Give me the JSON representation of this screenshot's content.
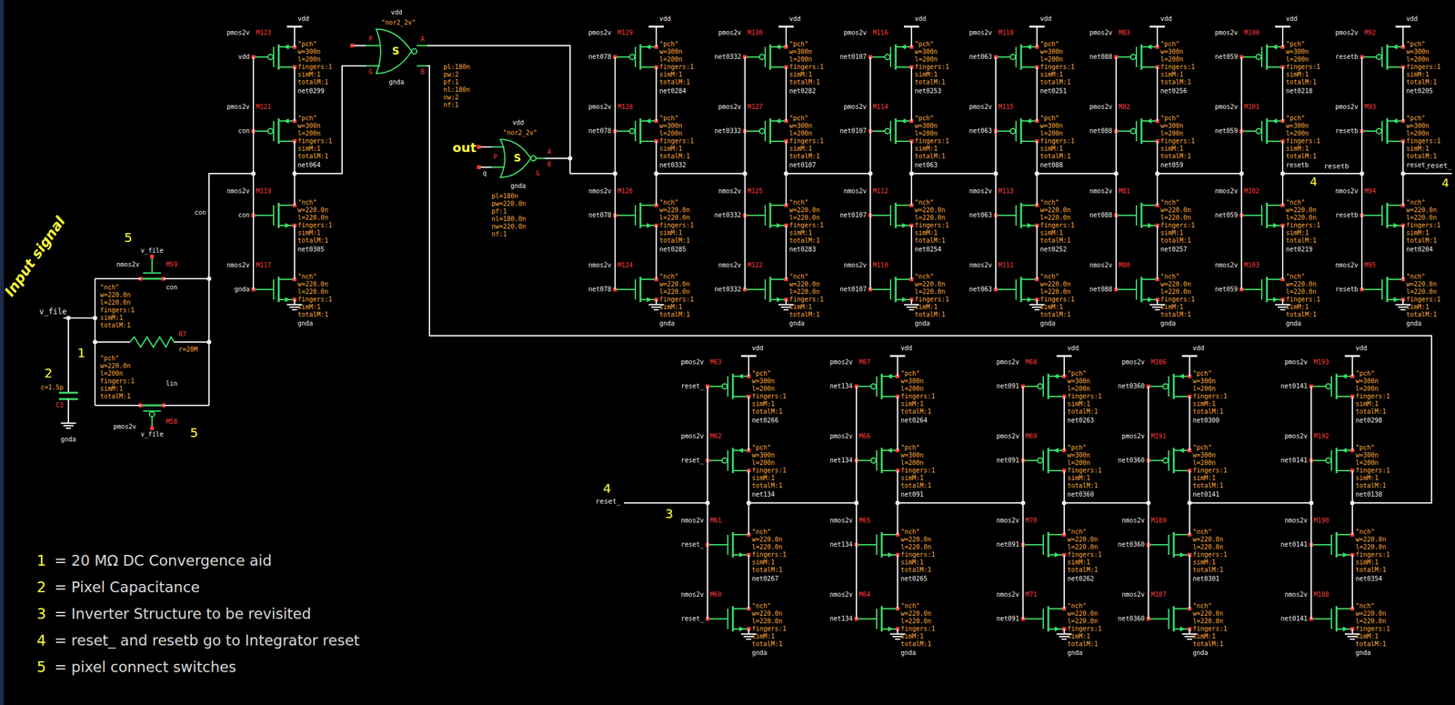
{
  "diagram": {
    "nodes": [
      {
        "text": [
          "\"nor2_2v\"",
          "S"
        ]
      },
      {
        "text": [
          "\"nor2_2v\"",
          "S"
        ]
      }
    ],
    "labels": [
      "pmos2v",
      "M123",
      "\"pch\"",
      "w=300n",
      "l=200n",
      "fingers:1",
      "simM:1",
      "totalM:1",
      "vdd",
      "net0299",
      "pmos2v",
      "M121",
      "\"pch\"",
      "w=300n",
      "l=200n",
      "fingers:1",
      "simM:1",
      "totalM:1",
      "con",
      "net064",
      "nmos2v",
      "M119",
      "\"nch\"",
      "w=220.0n",
      "l=220.0n",
      "fingers:1",
      "simM:1",
      "totalM:1",
      "con",
      "net0305",
      "nmos2v",
      "M117",
      "\"nch\"",
      "w=220.0n",
      "l=220.0n",
      "fingers:1",
      "simM:1",
      "totalM:1",
      "gnda",
      "gnda",
      "nmos2v",
      "M59",
      "\"nch\"",
      "w=220.0n",
      "l=220.0n",
      "fingers:1",
      "simM:1",
      "totalM:1",
      "v_file",
      "con",
      "pmos2v",
      "M58",
      "\"pch\"",
      "w=220.0n",
      "l=200n",
      "fingers:1",
      "simM:1",
      "totalM:1",
      "v_file",
      "lin",
      "pmos2v",
      "M129",
      "\"pch\"",
      "w=300n",
      "l=200n",
      "fingers:1",
      "simM:1",
      "totalM:1",
      "net078",
      "net0284",
      "pmos2v",
      "M128",
      "\"pch\"",
      "w=300n",
      "l=200n",
      "fingers:1",
      "simM:1",
      "totalM:1",
      "net078",
      "net0332",
      "nmos2v",
      "M126",
      "\"nch\"",
      "w=220.0n",
      "l=220.0n",
      "fingers:1",
      "simM:1",
      "totalM:1",
      "net078",
      "net0285",
      "nmos2v",
      "M124",
      "\"nch\"",
      "w=220.0n",
      "l=220.0n",
      "fingers:1",
      "simM:1",
      "totalM:1",
      "net078",
      "gnda",
      "pmos2v",
      "M130",
      "\"pch\"",
      "w=300n",
      "l=200n",
      "fingers:1",
      "simM:1",
      "totalM:1",
      "net0332",
      "net0282",
      "pmos2v",
      "M127",
      "\"pch\"",
      "w=300n",
      "l=200n",
      "fingers:1",
      "simM:1",
      "totalM:1",
      "net0332",
      "net0107",
      "nmos2v",
      "M125",
      "\"nch\"",
      "w=220.0n",
      "l=220.0n",
      "fingers:1",
      "simM:1",
      "totalM:1",
      "net0332",
      "net0283",
      "nmos2v",
      "M122",
      "\"nch\"",
      "w=220.0n",
      "l=220.0n",
      "fingers:1",
      "simM:1",
      "totalM:1",
      "net0332",
      "gnda",
      "pmos2v",
      "M116",
      "\"pch\"",
      "w=300n",
      "l=200n",
      "fingers:1",
      "simM:1",
      "totalM:1",
      "net0107",
      "net0253",
      "pmos2v",
      "M114",
      "\"pch\"",
      "w=300n",
      "l=200n",
      "fingers:1",
      "simM:1",
      "totalM:1",
      "net0107",
      "net063",
      "nmos2v",
      "M112",
      "\"nch\"",
      "w=220.0n",
      "l=220.0n",
      "fingers:1",
      "simM:1",
      "totalM:1",
      "net0107",
      "net0254",
      "nmos2v",
      "M110",
      "\"nch\"",
      "w=220.0n",
      "l=220.0n",
      "fingers:1",
      "simM:1",
      "totalM:1",
      "net0107",
      "gnda",
      "pmos2v",
      "M118",
      "\"pch\"",
      "w=300n",
      "l=200n",
      "fingers:1",
      "simM:1",
      "totalM:1",
      "net063",
      "net0251",
      "pmos2v",
      "M115",
      "\"pch\"",
      "w=300n",
      "l=200n",
      "fingers:1",
      "simM:1",
      "totalM:1",
      "net063",
      "net088",
      "nmos2v",
      "M113",
      "\"nch\"",
      "w=220.0n",
      "l=220.0n",
      "fingers:1",
      "simM:1",
      "totalM:1",
      "net063",
      "net0252",
      "nmos2v",
      "M111",
      "\"nch\"",
      "w=220.0n",
      "l=220.0n",
      "fingers:1",
      "simM:1",
      "totalM:1",
      "net063",
      "gnda",
      "pmos2v",
      "M83",
      "\"pch\"",
      "w=300n",
      "l=200n",
      "fingers:1",
      "simM:1",
      "totalM:1",
      "net088",
      "net0256",
      "pmos2v",
      "M82",
      "\"pch\"",
      "w=300n",
      "l=200n",
      "fingers:1",
      "simM:1",
      "totalM:1",
      "net088",
      "net059",
      "nmos2v",
      "M81",
      "\"nch\"",
      "w=220.0n",
      "l=220.0n",
      "fingers:1",
      "simM:1",
      "totalM:1",
      "net088",
      "net0257",
      "nmos2v",
      "M80",
      "\"nch\"",
      "w=220.0n",
      "l=220.0n",
      "fingers:1",
      "simM:1",
      "totalM:1",
      "net088",
      "gnda",
      "pmos2v",
      "M100",
      "\"pch\"",
      "w=300n",
      "l=200n",
      "fingers:1",
      "simM:1",
      "totalM:1",
      "net059",
      "net0218",
      "pmos2v",
      "M101",
      "\"pch\"",
      "w=300n",
      "l=200n",
      "fingers:1",
      "simM:1",
      "totalM:1",
      "net059",
      "resetb",
      "nmos2v",
      "M102",
      "\"nch\"",
      "w=220.0n",
      "l=220.0n",
      "fingers:1",
      "simM:1",
      "totalM:1",
      "net059",
      "net0219",
      "nmos2v",
      "M103",
      "\"nch\"",
      "w=220.0n",
      "l=220.0n",
      "fingers:1",
      "simM:1",
      "totalM:1",
      "net059",
      "gnda",
      "pmos2v",
      "M92",
      "\"pch\"",
      "w=300n",
      "l=200n",
      "fingers:1",
      "simM:1",
      "totalM:1",
      "resetb",
      "net0205",
      "pmos2v",
      "M93",
      "\"pch\"",
      "w=300n",
      "l=200n",
      "fingers:1",
      "simM:1",
      "totalM:1",
      "resetb",
      "reset_",
      "nmos2v",
      "M94",
      "\"nch\"",
      "w=220.0n",
      "l=220.0n",
      "fingers:1",
      "simM:1",
      "totalM:1",
      "resetb",
      "net0204",
      "nmos2v",
      "M95",
      "\"nch\"",
      "w=220.0n",
      "l=220.0n",
      "fingers:1",
      "simM:1",
      "totalM:1",
      "resetb",
      "gnda",
      "pmos2v",
      "M63",
      "\"pch\"",
      "w=300n",
      "l=200n",
      "fingers:1",
      "simM:1",
      "totalM:1",
      "reset_",
      "net0266",
      "pmos2v",
      "M62",
      "\"pch\"",
      "w=300n",
      "l=200n",
      "fingers:1",
      "simM:1",
      "totalM:1",
      "reset_",
      "net134",
      "nmos2v",
      "M61",
      "\"nch\"",
      "w=220.0n",
      "l=220.0n",
      "fingers:1",
      "simM:1",
      "totalM:1",
      "reset_",
      "net0267",
      "nmos2v",
      "M60",
      "\"nch\"",
      "w=220.0n",
      "l=220.0n",
      "fingers:1",
      "simM:1",
      "totalM:1",
      "reset_",
      "gnda",
      "pmos2v",
      "M67",
      "\"pch\"",
      "w=300n",
      "l=200n",
      "fingers:1",
      "simM:1",
      "totalM:1",
      "net134",
      "net0264",
      "pmos2v",
      "M66",
      "\"pch\"",
      "w=300n",
      "l=200n",
      "fingers:1",
      "simM:1",
      "totalM:1",
      "net134",
      "net091",
      "nmos2v",
      "M65",
      "\"nch\"",
      "w=220.0n",
      "l=220.0n",
      "fingers:1",
      "simM:1",
      "totalM:1",
      "net134",
      "net0265",
      "nmos2v",
      "M64",
      "\"nch\"",
      "w=220.0n",
      "l=220.0n",
      "fingers:1",
      "simM:1",
      "totalM:1",
      "net134",
      "gnda",
      "pmos2v",
      "M68",
      "\"pch\"",
      "w=300n",
      "l=200n",
      "fingers:1",
      "simM:1",
      "totalM:1",
      "net091",
      "net0263",
      "pmos2v",
      "M69",
      "\"pch\"",
      "w=300n",
      "l=200n",
      "fingers:1",
      "simM:1",
      "totalM:1",
      "net091",
      "net0360",
      "nmos2v",
      "M70",
      "\"nch\"",
      "w=220.0n",
      "l=220.0n",
      "fingers:1",
      "simM:1",
      "totalM:1",
      "net091",
      "net0262",
      "nmos2v",
      "M71",
      "\"nch\"",
      "w=220.0n",
      "l=220.0n",
      "fingers:1",
      "simM:1",
      "totalM:1",
      "net091",
      "gnda",
      "pmos2v",
      "M186",
      "\"pch\"",
      "w=300n",
      "l=200n",
      "fingers:1",
      "simM:1",
      "totalM:1",
      "net0360",
      "net0300",
      "pmos2v",
      "M191",
      "\"pch\"",
      "w=300n",
      "l=200n",
      "fingers:1",
      "simM:1",
      "totalM:1",
      "net0360",
      "net0141",
      "nmos2v",
      "M189",
      "\"nch\"",
      "w=220.0n",
      "l=220.0n",
      "fingers:1",
      "simM:1",
      "totalM:1",
      "net0360",
      "net0301",
      "nmos2v",
      "M187",
      "\"nch\"",
      "w=220.0n",
      "l=220.0n",
      "fingers:1",
      "simM:1",
      "totalM:1",
      "net0360",
      "gnda",
      "pmos2v",
      "M193",
      "\"pch\"",
      "w=300n",
      "l=200n",
      "fingers:1",
      "simM:1",
      "totalM:1",
      "net0141",
      "net0298",
      "pmos2v",
      "M192",
      "\"pch\"",
      "w=300n",
      "l=200n",
      "fingers:1",
      "simM:1",
      "totalM:1",
      "net0141",
      "net0138",
      "nmos2v",
      "M190",
      "\"nch\"",
      "w=220.0n",
      "l=220.0n",
      "fingers:1",
      "simM:1",
      "totalM:1",
      "net0141",
      "net0354",
      "nmos2v",
      "M188",
      "\"nch\"",
      "w=220.0n",
      "l=220.0n",
      "fingers:1",
      "simM:1",
      "totalM:1",
      "net0141",
      "gnda",
      "Input signal",
      "v_file",
      "2",
      "c=1.5p",
      "C3",
      "gnda",
      "1",
      "R7",
      "r=20M",
      "5",
      "5",
      "con",
      "P",
      "G",
      "A",
      "B",
      "vdd",
      "gnda",
      "pl:180n",
      "pw:2",
      "pf:1",
      "nl:180n",
      "nw:2",
      "nf:1",
      "out",
      "q",
      "P",
      "G",
      "A",
      "B",
      "vdd",
      "gnda",
      "pl=180n",
      "pw=220.0n",
      "pf:1",
      "nl=180.0n",
      "nw=220.0n",
      "nf:1",
      "reset_",
      "4",
      "resetb",
      "4",
      "reset_",
      "4",
      "3",
      "vdd",
      "vdd",
      "vdd",
      "vdd",
      "vdd",
      "vdd",
      "vdd",
      "vdd",
      "vdd",
      "vdd",
      "vdd",
      "vdd",
      "vdd",
      "1",
      "= 20 MΩ DC Convergence aid",
      "2",
      "= Pixel Capacitance",
      "3",
      "= Inverter Structure to be revisited",
      "4",
      "= reset_ and resetb go to Integrator reset",
      "5",
      "= pixel connect switches"
    ]
  }
}
